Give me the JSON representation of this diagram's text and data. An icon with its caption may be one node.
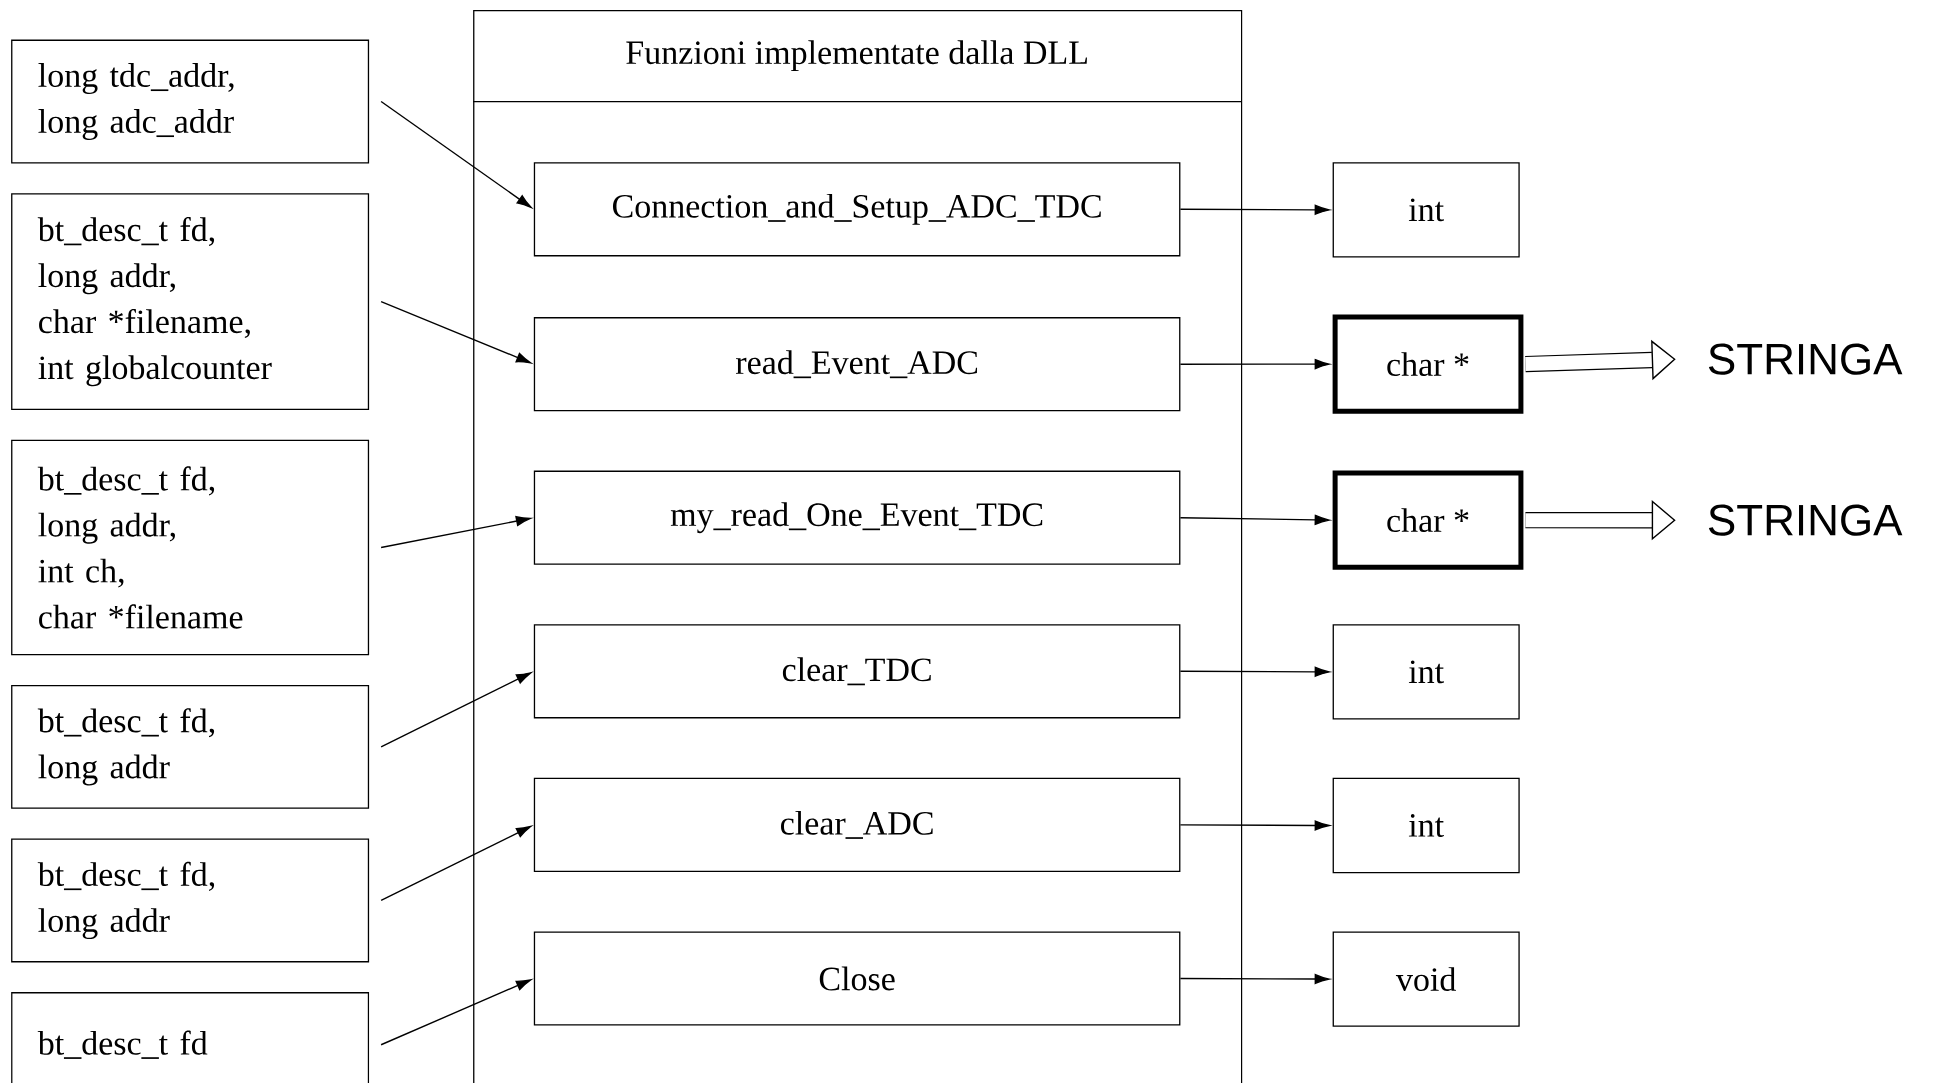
{
  "diagram": {
    "nodes": [
      {
        "text": [
          "Funzioni implementate dalla DLL"
        ]
      },
      {
        "text": [
          "Connection_and_Setup_ADC_TDC"
        ],
        "in": 0
      },
      {
        "text": [
          "read_Event_ADC"
        ],
        "in": 0
      },
      {
        "text": [
          "my_read_One_Event_TDC"
        ],
        "in": 0
      },
      {
        "text": [
          "clear_TDC"
        ],
        "in": 0
      },
      {
        "text": [
          "clear_ADC"
        ],
        "in": 0
      },
      {
        "text": [
          "Close"
        ],
        "in": 0
      },
      {
        "text": [
          "long tdc_addr, long adc_addr"
        ]
      },
      {
        "text": [
          "bt_desc_t fd, long addr, char *filename, int globalcounter"
        ]
      },
      {
        "text": [
          "bt_desc_t fd, long addr, int ch, char *filename"
        ]
      },
      {
        "text": [
          "bt_desc_t fd, long addr"
        ]
      },
      {
        "text": [
          "bt_desc_t fd, long addr"
        ]
      },
      {
        "text": [
          "bt_desc_t fd"
        ]
      },
      {
        "text": [
          "int"
        ]
      },
      {
        "text": [
          "char *"
        ]
      },
      {
        "text": [
          "char *"
        ]
      },
      {
        "text": [
          "int"
        ]
      },
      {
        "text": [
          "int"
        ]
      },
      {
        "text": [
          "void"
        ]
      },
      {
        "text": [
          "STRINGA"
        ]
      },
      {
        "text": [
          "STRINGA"
        ]
      }
    ],
    "edges": [
      {
        "from": 7,
        "to": 1,
        "arrow": "to"
      },
      {
        "from": 8,
        "to": 2,
        "arrow": "to"
      },
      {
        "from": 9,
        "to": 3,
        "arrow": "to"
      },
      {
        "from": 10,
        "to": 4,
        "arrow": "to"
      },
      {
        "from": 11,
        "to": 5,
        "arrow": "to"
      },
      {
        "from": 12,
        "to": 6,
        "arrow": "to"
      },
      {
        "from": 1,
        "to": 13,
        "arrow": "to"
      },
      {
        "from": 2,
        "to": 14,
        "arrow": "to"
      },
      {
        "from": 3,
        "to": 15,
        "arrow": "to"
      },
      {
        "from": 4,
        "to": 16,
        "arrow": "to"
      },
      {
        "from": 5,
        "to": 17,
        "arrow": "to"
      },
      {
        "from": 6,
        "to": 18,
        "arrow": "to"
      },
      {
        "from": 14,
        "to": 19,
        "arrow": "to",
        "style": "thick"
      },
      {
        "from": 15,
        "to": 20,
        "arrow": "to",
        "style": "thick"
      }
    ]
  }
}
